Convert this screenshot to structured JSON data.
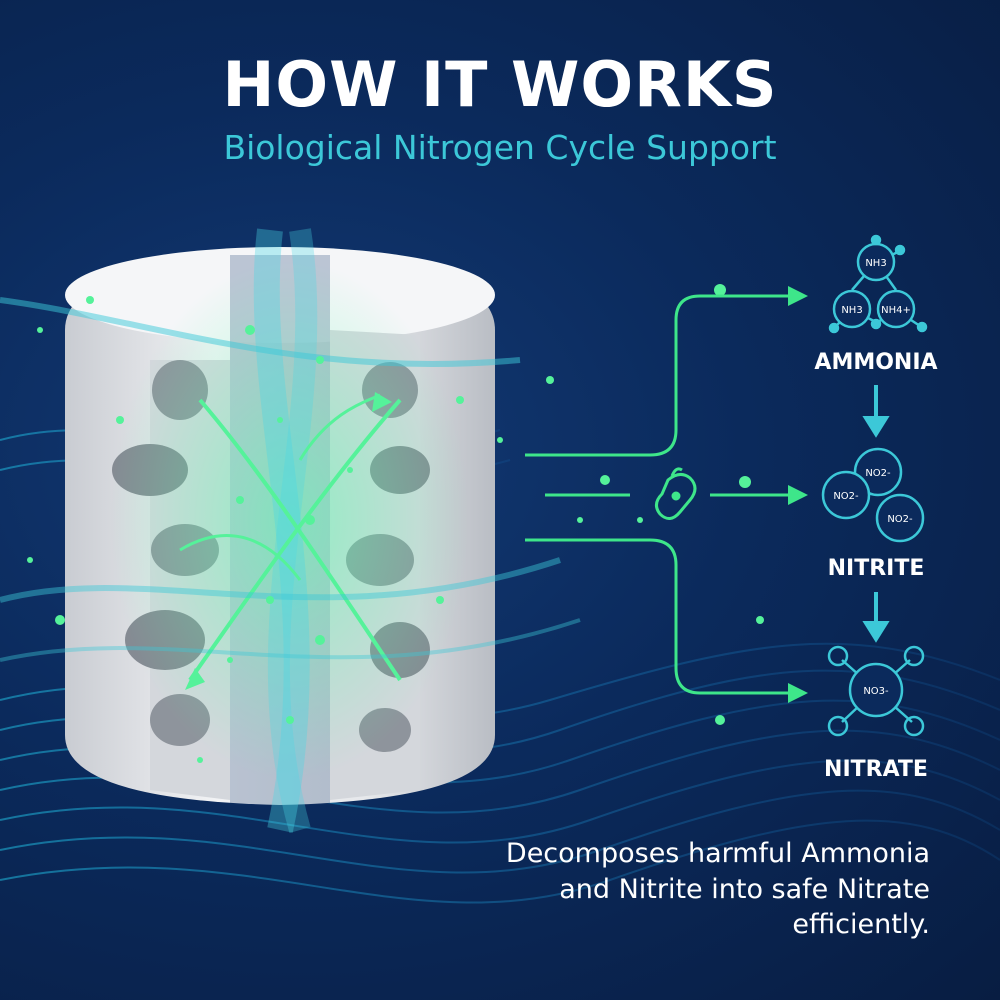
{
  "header": {
    "title": "HOW IT WORKS",
    "subtitle": "Biological Nitrogen Cycle Support"
  },
  "stages": [
    {
      "name": "AMMONIA",
      "molecules": [
        "NH3",
        "NH3",
        "NH4+"
      ]
    },
    {
      "name": "NITRITE",
      "molecules": [
        "NO2-",
        "NO2-",
        "NO2-"
      ]
    },
    {
      "name": "NITRATE",
      "molecules": [
        "NO3-"
      ]
    }
  ],
  "description": {
    "lines": [
      "Decomposes harmful Ammonia",
      "and Nitrite into safe Nitrate",
      "efficiently."
    ]
  },
  "icons": {
    "bacteria": "bacteria-icon",
    "arrow": "arrow-icon"
  },
  "colors": {
    "accent_cyan": "#3cc8d8",
    "accent_green": "#3ee68a",
    "background": "#0b2a5c"
  }
}
